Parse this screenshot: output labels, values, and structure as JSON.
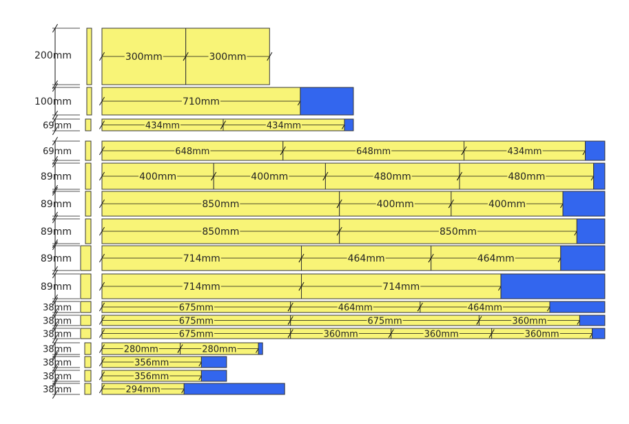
{
  "colors": {
    "piece": "#f8f477",
    "waste": "#3366ee",
    "outline": "#333333",
    "dim": "#111111"
  },
  "rows": [
    {
      "width_label": "200mm",
      "pieces": [
        {
          "label": "300mm"
        },
        {
          "label": "300mm"
        }
      ],
      "piece_mm": [
        300,
        300
      ],
      "waste_mm": 0
    },
    {
      "width_label": "100mm",
      "pieces": [
        {
          "label": "710mm"
        }
      ],
      "piece_mm": [
        710
      ],
      "waste_mm": 190
    },
    {
      "width_label": "69mm",
      "pieces": [
        {
          "label": "434mm"
        },
        {
          "label": "434mm"
        }
      ],
      "piece_mm": [
        434,
        434
      ],
      "waste_mm": 32
    },
    {
      "width_label": "69mm",
      "pieces": [
        {
          "label": "648mm"
        },
        {
          "label": "648mm"
        },
        {
          "label": "434mm"
        }
      ],
      "piece_mm": [
        648,
        648,
        434
      ],
      "waste_mm": 70
    },
    {
      "width_label": "89mm",
      "pieces": [
        {
          "label": "400mm"
        },
        {
          "label": "400mm"
        },
        {
          "label": "480mm"
        },
        {
          "label": "480mm"
        }
      ],
      "piece_mm": [
        400,
        400,
        480,
        480
      ],
      "waste_mm": 40
    },
    {
      "width_label": "89mm",
      "pieces": [
        {
          "label": "850mm"
        },
        {
          "label": "400mm"
        },
        {
          "label": "400mm"
        }
      ],
      "piece_mm": [
        850,
        400,
        400
      ],
      "waste_mm": 150
    },
    {
      "width_label": "89mm",
      "pieces": [
        {
          "label": "850mm"
        },
        {
          "label": "850mm"
        }
      ],
      "piece_mm": [
        850,
        850
      ],
      "waste_mm": 100
    },
    {
      "width_label": "89mm",
      "pieces": [
        {
          "label": "714mm"
        },
        {
          "label": "464mm"
        },
        {
          "label": "464mm"
        }
      ],
      "piece_mm": [
        714,
        464,
        464
      ],
      "waste_mm": 158
    },
    {
      "width_label": "89mm",
      "pieces": [
        {
          "label": "714mm"
        },
        {
          "label": "714mm"
        }
      ],
      "piece_mm": [
        714,
        714
      ],
      "waste_mm": 372
    },
    {
      "width_label": "38mm",
      "pieces": [
        {
          "label": "675mm"
        },
        {
          "label": "464mm"
        },
        {
          "label": "464mm"
        }
      ],
      "piece_mm": [
        675,
        464,
        464
      ],
      "waste_mm": 197
    },
    {
      "width_label": "38mm",
      "pieces": [
        {
          "label": "675mm"
        },
        {
          "label": "675mm"
        },
        {
          "label": "360mm"
        }
      ],
      "piece_mm": [
        675,
        675,
        360
      ],
      "waste_mm": 90
    },
    {
      "width_label": "38mm",
      "pieces": [
        {
          "label": "675mm"
        },
        {
          "label": "360mm"
        },
        {
          "label": "360mm"
        },
        {
          "label": "360mm"
        }
      ],
      "piece_mm": [
        675,
        360,
        360,
        360
      ],
      "waste_mm": 45
    },
    {
      "width_label": "38mm",
      "pieces": [
        {
          "label": "280mm"
        },
        {
          "label": "280mm"
        }
      ],
      "piece_mm": [
        280,
        280
      ],
      "waste_mm": 15
    },
    {
      "width_label": "38mm",
      "pieces": [
        {
          "label": "356mm"
        }
      ],
      "piece_mm": [
        356
      ],
      "waste_mm": 90
    },
    {
      "width_label": "38mm",
      "pieces": [
        {
          "label": "356mm"
        }
      ],
      "piece_mm": [
        356
      ],
      "waste_mm": 90
    },
    {
      "width_label": "38mm",
      "pieces": [
        {
          "label": "294mm"
        }
      ],
      "piece_mm": [
        294
      ],
      "waste_mm": 360
    }
  ]
}
